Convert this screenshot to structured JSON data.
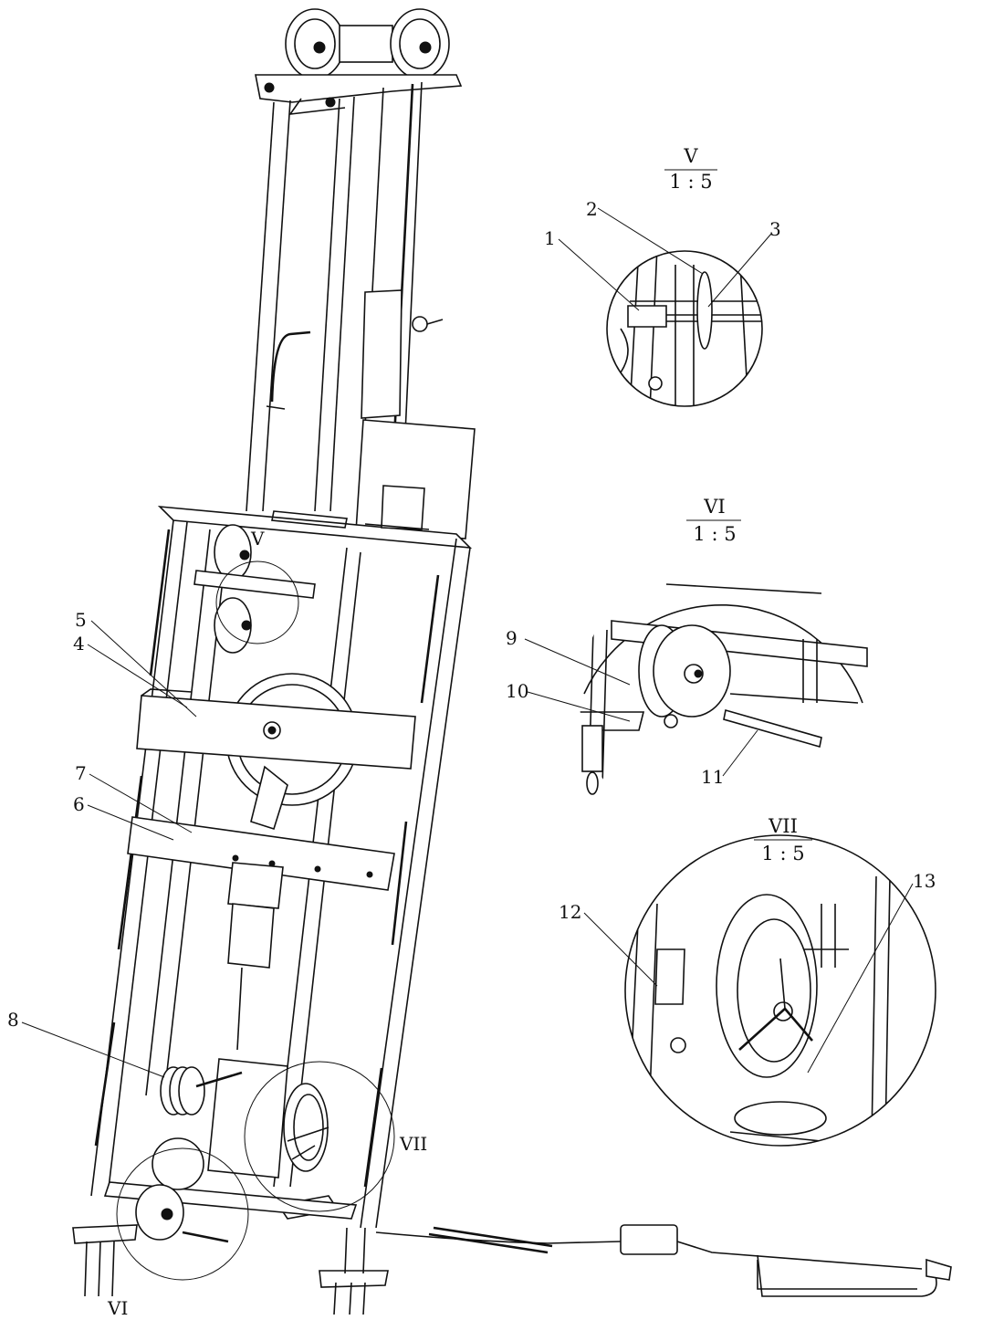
{
  "detail_views": [
    {
      "id": "V",
      "numeral": "V",
      "scale": "1 : 5"
    },
    {
      "id": "VI",
      "numeral": "VI",
      "scale": "1 : 5"
    },
    {
      "id": "VII",
      "numeral": "VII",
      "scale": "1 : 5"
    }
  ],
  "main_view_markers": {
    "v": "V",
    "vi": "VI",
    "vii": "VII"
  },
  "callouts": {
    "c1": "1",
    "c2": "2",
    "c3": "3",
    "c4": "4",
    "c5": "5",
    "c6": "6",
    "c7": "7",
    "c8": "8",
    "c9": "9",
    "c10": "10",
    "c11": "11",
    "c12": "12",
    "c13": "13"
  }
}
